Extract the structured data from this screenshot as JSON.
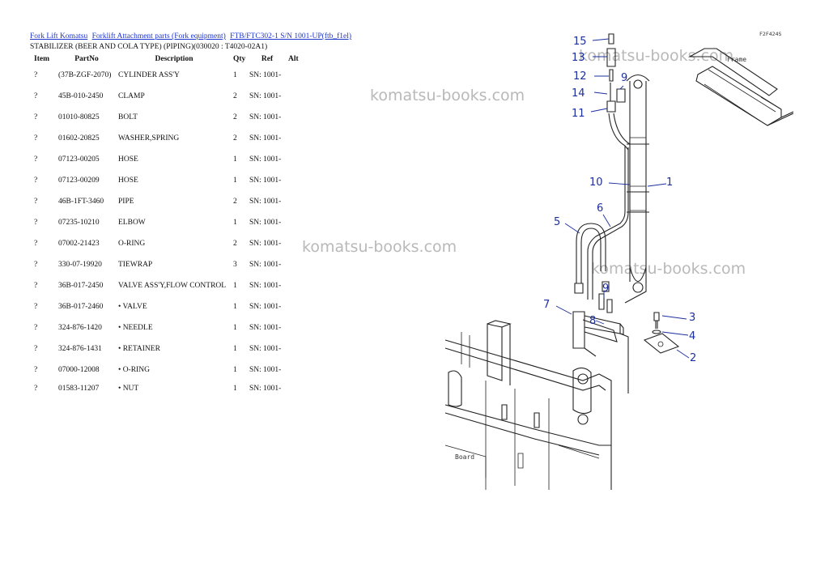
{
  "breadcrumb": {
    "links": [
      "Fork Lift Komatsu",
      "Forklift Attachment parts (Fork equipment)",
      "FTB/FTC302-1 S/N 1001-UP(ftb_f1el)"
    ]
  },
  "subtitle": "STABILIZER (BEER AND COLA TYPE) (PIPING)(030020 : T4020-02A1)",
  "table": {
    "headers": [
      "Item",
      "PartNo",
      "Description",
      "Qty",
      "Ref",
      "Alt"
    ],
    "rows": [
      {
        "item": "?",
        "part": "(37B-ZGF-2070)",
        "desc": "CYLINDER ASS'Y",
        "qty": "1",
        "ref": "SN: 1001-"
      },
      {
        "item": "?",
        "part": "45B-010-2450",
        "desc": "CLAMP",
        "qty": "2",
        "ref": "SN: 1001-"
      },
      {
        "item": "?",
        "part": "01010-80825",
        "desc": "BOLT",
        "qty": "2",
        "ref": "SN: 1001-"
      },
      {
        "item": "?",
        "part": "01602-20825",
        "desc": "WASHER,SPRING",
        "qty": "2",
        "ref": "SN: 1001-"
      },
      {
        "item": "?",
        "part": "07123-00205",
        "desc": "HOSE",
        "qty": "1",
        "ref": "SN: 1001-"
      },
      {
        "item": "?",
        "part": "07123-00209",
        "desc": "HOSE",
        "qty": "1",
        "ref": "SN: 1001-"
      },
      {
        "item": "?",
        "part": "46B-1FT-3460",
        "desc": "PIPE",
        "qty": "2",
        "ref": "SN: 1001-"
      },
      {
        "item": "?",
        "part": "07235-10210",
        "desc": "ELBOW",
        "qty": "1",
        "ref": "SN: 1001-"
      },
      {
        "item": "?",
        "part": "07002-21423",
        "desc": "O-RING",
        "qty": "2",
        "ref": "SN: 1001-"
      },
      {
        "item": "?",
        "part": "330-07-19920",
        "desc": "TIEWRAP",
        "qty": "3",
        "ref": "SN: 1001-"
      },
      {
        "item": "?",
        "part": "36B-017-2450",
        "desc": "VALVE ASS'Y,FLOW CONTROL",
        "qty": "1",
        "ref": "SN: 1001-"
      },
      {
        "item": "?",
        "part": "36B-017-2460",
        "desc": "• VALVE",
        "qty": "1",
        "ref": "SN: 1001-"
      },
      {
        "item": "?",
        "part": "324-876-1420",
        "desc": "• NEEDLE",
        "qty": "1",
        "ref": "SN: 1001-"
      },
      {
        "item": "?",
        "part": "324-876-1431",
        "desc": "• RETAINER",
        "qty": "1",
        "ref": "SN: 1001-"
      },
      {
        "item": "?",
        "part": "07000-12008",
        "desc": "• O-RING",
        "qty": "1",
        "ref": "SN: 1001-"
      },
      {
        "item": "?",
        "part": "01583-11207",
        "desc": "• NUT",
        "qty": "1",
        "ref": "SN: 1001-"
      }
    ]
  },
  "watermark": "komatsu-books.com",
  "diagram": {
    "callouts": [
      "15",
      "13",
      "12",
      "14",
      "11",
      "9",
      "10",
      "1",
      "6",
      "5",
      "9",
      "7",
      "8",
      "3",
      "4",
      "2"
    ],
    "labels": {
      "corner_code": "F2F424S",
      "frame": "Frame",
      "board": "Board"
    }
  }
}
